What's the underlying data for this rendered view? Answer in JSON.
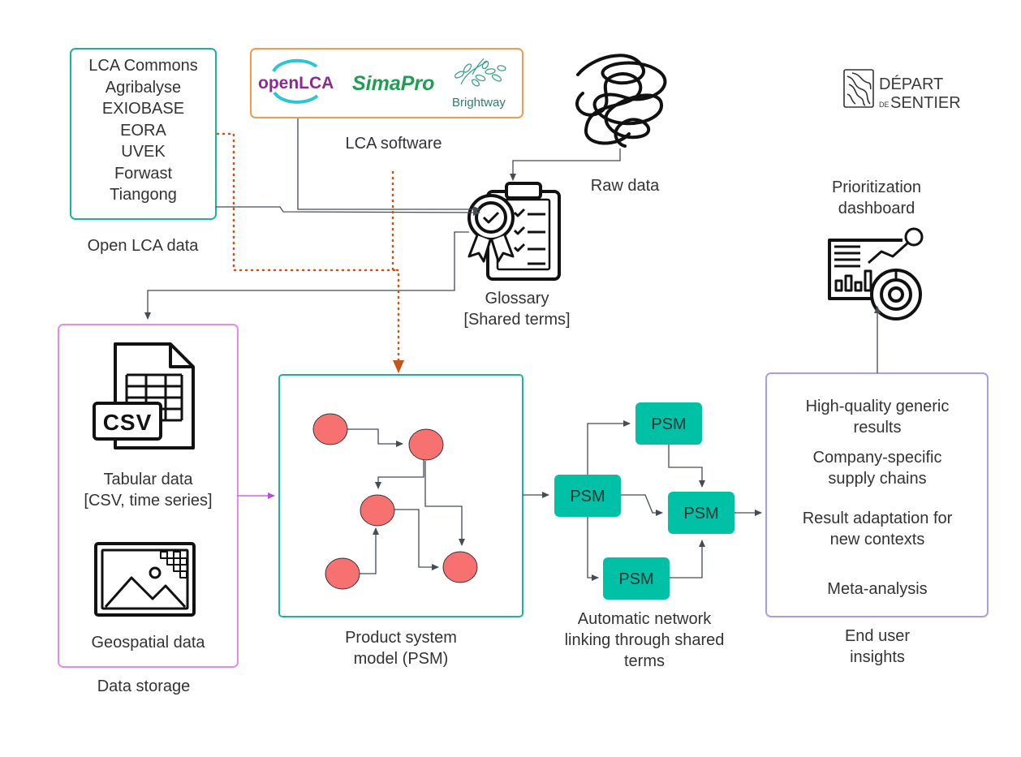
{
  "open_lca_data": {
    "items": [
      "LCA Commons",
      "Agribalyse",
      "EXIOBASE",
      "EORA",
      "UVEK",
      "Forwast",
      "Tiangong"
    ],
    "label": "Open LCA data"
  },
  "lca_software": {
    "label": "LCA software",
    "logos": {
      "openlca": "openLCA",
      "simapro": "SimaPro",
      "brightway": "Brightway"
    }
  },
  "raw_data": {
    "label": "Raw data"
  },
  "glossary": {
    "line1": "Glossary",
    "line2": "[Shared terms]"
  },
  "brand": {
    "line1": "DÉPART",
    "line2_small": "DE",
    "line2": "SENTIER"
  },
  "dashboard": {
    "line1": "Prioritization",
    "line2": "dashboard"
  },
  "data_storage": {
    "label": "Data storage",
    "tabular": {
      "line1": "Tabular data",
      "line2": "[CSV, time series]",
      "icon_text": "CSV"
    },
    "geospatial": {
      "label": "Geospatial data"
    }
  },
  "psm": {
    "line1": "Product system",
    "line2": "model (PSM)"
  },
  "network": {
    "line1": "Automatic network",
    "line2": "linking through shared",
    "line3": "terms",
    "node_label": "PSM"
  },
  "insights": {
    "items": [
      {
        "line1": "High-quality generic",
        "line2": "results"
      },
      {
        "line1": "Company-specific",
        "line2": "supply chains"
      },
      {
        "line1": "Result adaptation for",
        "line2": "new contexts"
      },
      {
        "line1": "Meta-analysis",
        "line2": ""
      }
    ],
    "label_line1": "End user",
    "label_line2": "insights"
  },
  "colors": {
    "teal": "#19b3a0",
    "orange": "#f29b4b",
    "pink": "#e68be6",
    "lavender": "#a89ef0",
    "psm_fill": "#00c0a6",
    "node_fill": "#f87171",
    "arrow": "#444c54",
    "dotted": "#c6541a"
  }
}
